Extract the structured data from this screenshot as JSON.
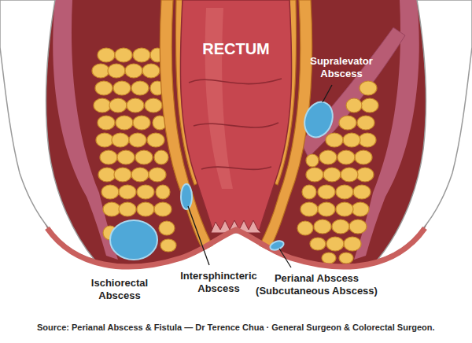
{
  "diagram": {
    "caption": "Source: Perianal Abscess & Fistula — Dr Terence Chua · General Surgeon & Colorectal Surgeon.",
    "labels": [
      "RECTUM",
      "Supralevator Abscess",
      "Ischiorectal Abscess",
      "Intersphincteric Abscess",
      "Perianal Abscess (Subcutaneous Abscess)"
    ]
  }
}
